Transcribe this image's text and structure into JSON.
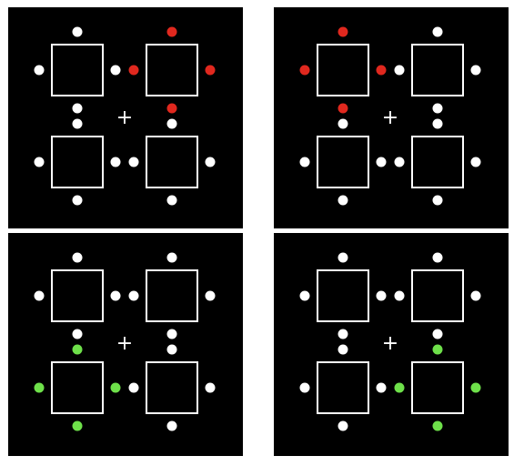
{
  "fixation": "+",
  "colors": {
    "background": "#000000",
    "frame": "#ffffff",
    "dot_default": "#ffffff",
    "dot_red": "#e0281e",
    "dot_green": "#6ee04a"
  },
  "panels": [
    {
      "id": "top-left",
      "highlight_square": "top-right",
      "highlight_color": "red"
    },
    {
      "id": "top-right",
      "highlight_square": "top-left",
      "highlight_color": "red"
    },
    {
      "id": "bottom-left",
      "highlight_square": "bottom-left",
      "highlight_color": "green"
    },
    {
      "id": "bottom-right",
      "highlight_square": "bottom-right",
      "highlight_color": "green"
    }
  ]
}
